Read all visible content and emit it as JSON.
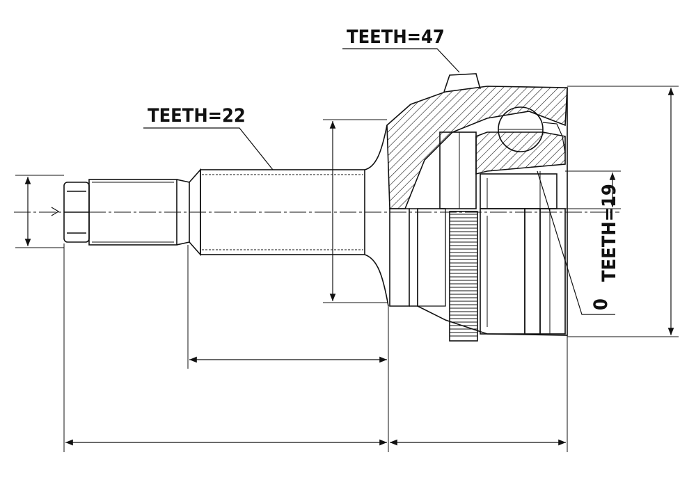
{
  "labels": {
    "teeth_outer": "TEETH=47",
    "teeth_shaft": "TEETH=22",
    "teeth_inner": "TEETH=19",
    "seal_mark": "0"
  },
  "colors": {
    "ink": "#111111",
    "background": "#ffffff"
  }
}
